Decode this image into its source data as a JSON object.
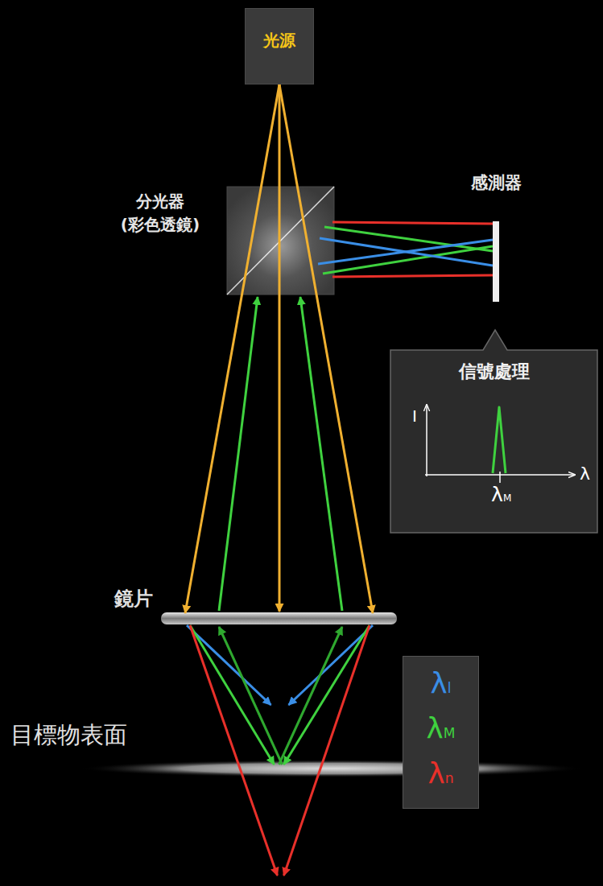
{
  "diagram": {
    "nodes": [
      {
        "text": [
          "光源"
        ]
      },
      {
        "text": [
          "分光器 (彩色透鏡)"
        ]
      },
      {
        "text": [
          "感測器"
        ]
      },
      {
        "text": [
          "信號處理"
        ]
      },
      {
        "text": [
          "鏡片"
        ]
      },
      {
        "text": [
          "λl",
          "λM",
          "λn"
        ]
      },
      {
        "text": [
          "目標物表面"
        ]
      }
    ],
    "edges": [
      {
        "from": 0,
        "to": 4,
        "arrow": "to"
      },
      {
        "from": 4,
        "to": 1,
        "arrow": "to"
      },
      {
        "from": 1,
        "to": 2,
        "arrow": "none"
      },
      {
        "from": 4,
        "to": 6,
        "arrow": "to"
      },
      {
        "from": 6,
        "to": 4,
        "arrow": "to"
      }
    ],
    "labels": [
      "I",
      "λ",
      "λM"
    ]
  }
}
